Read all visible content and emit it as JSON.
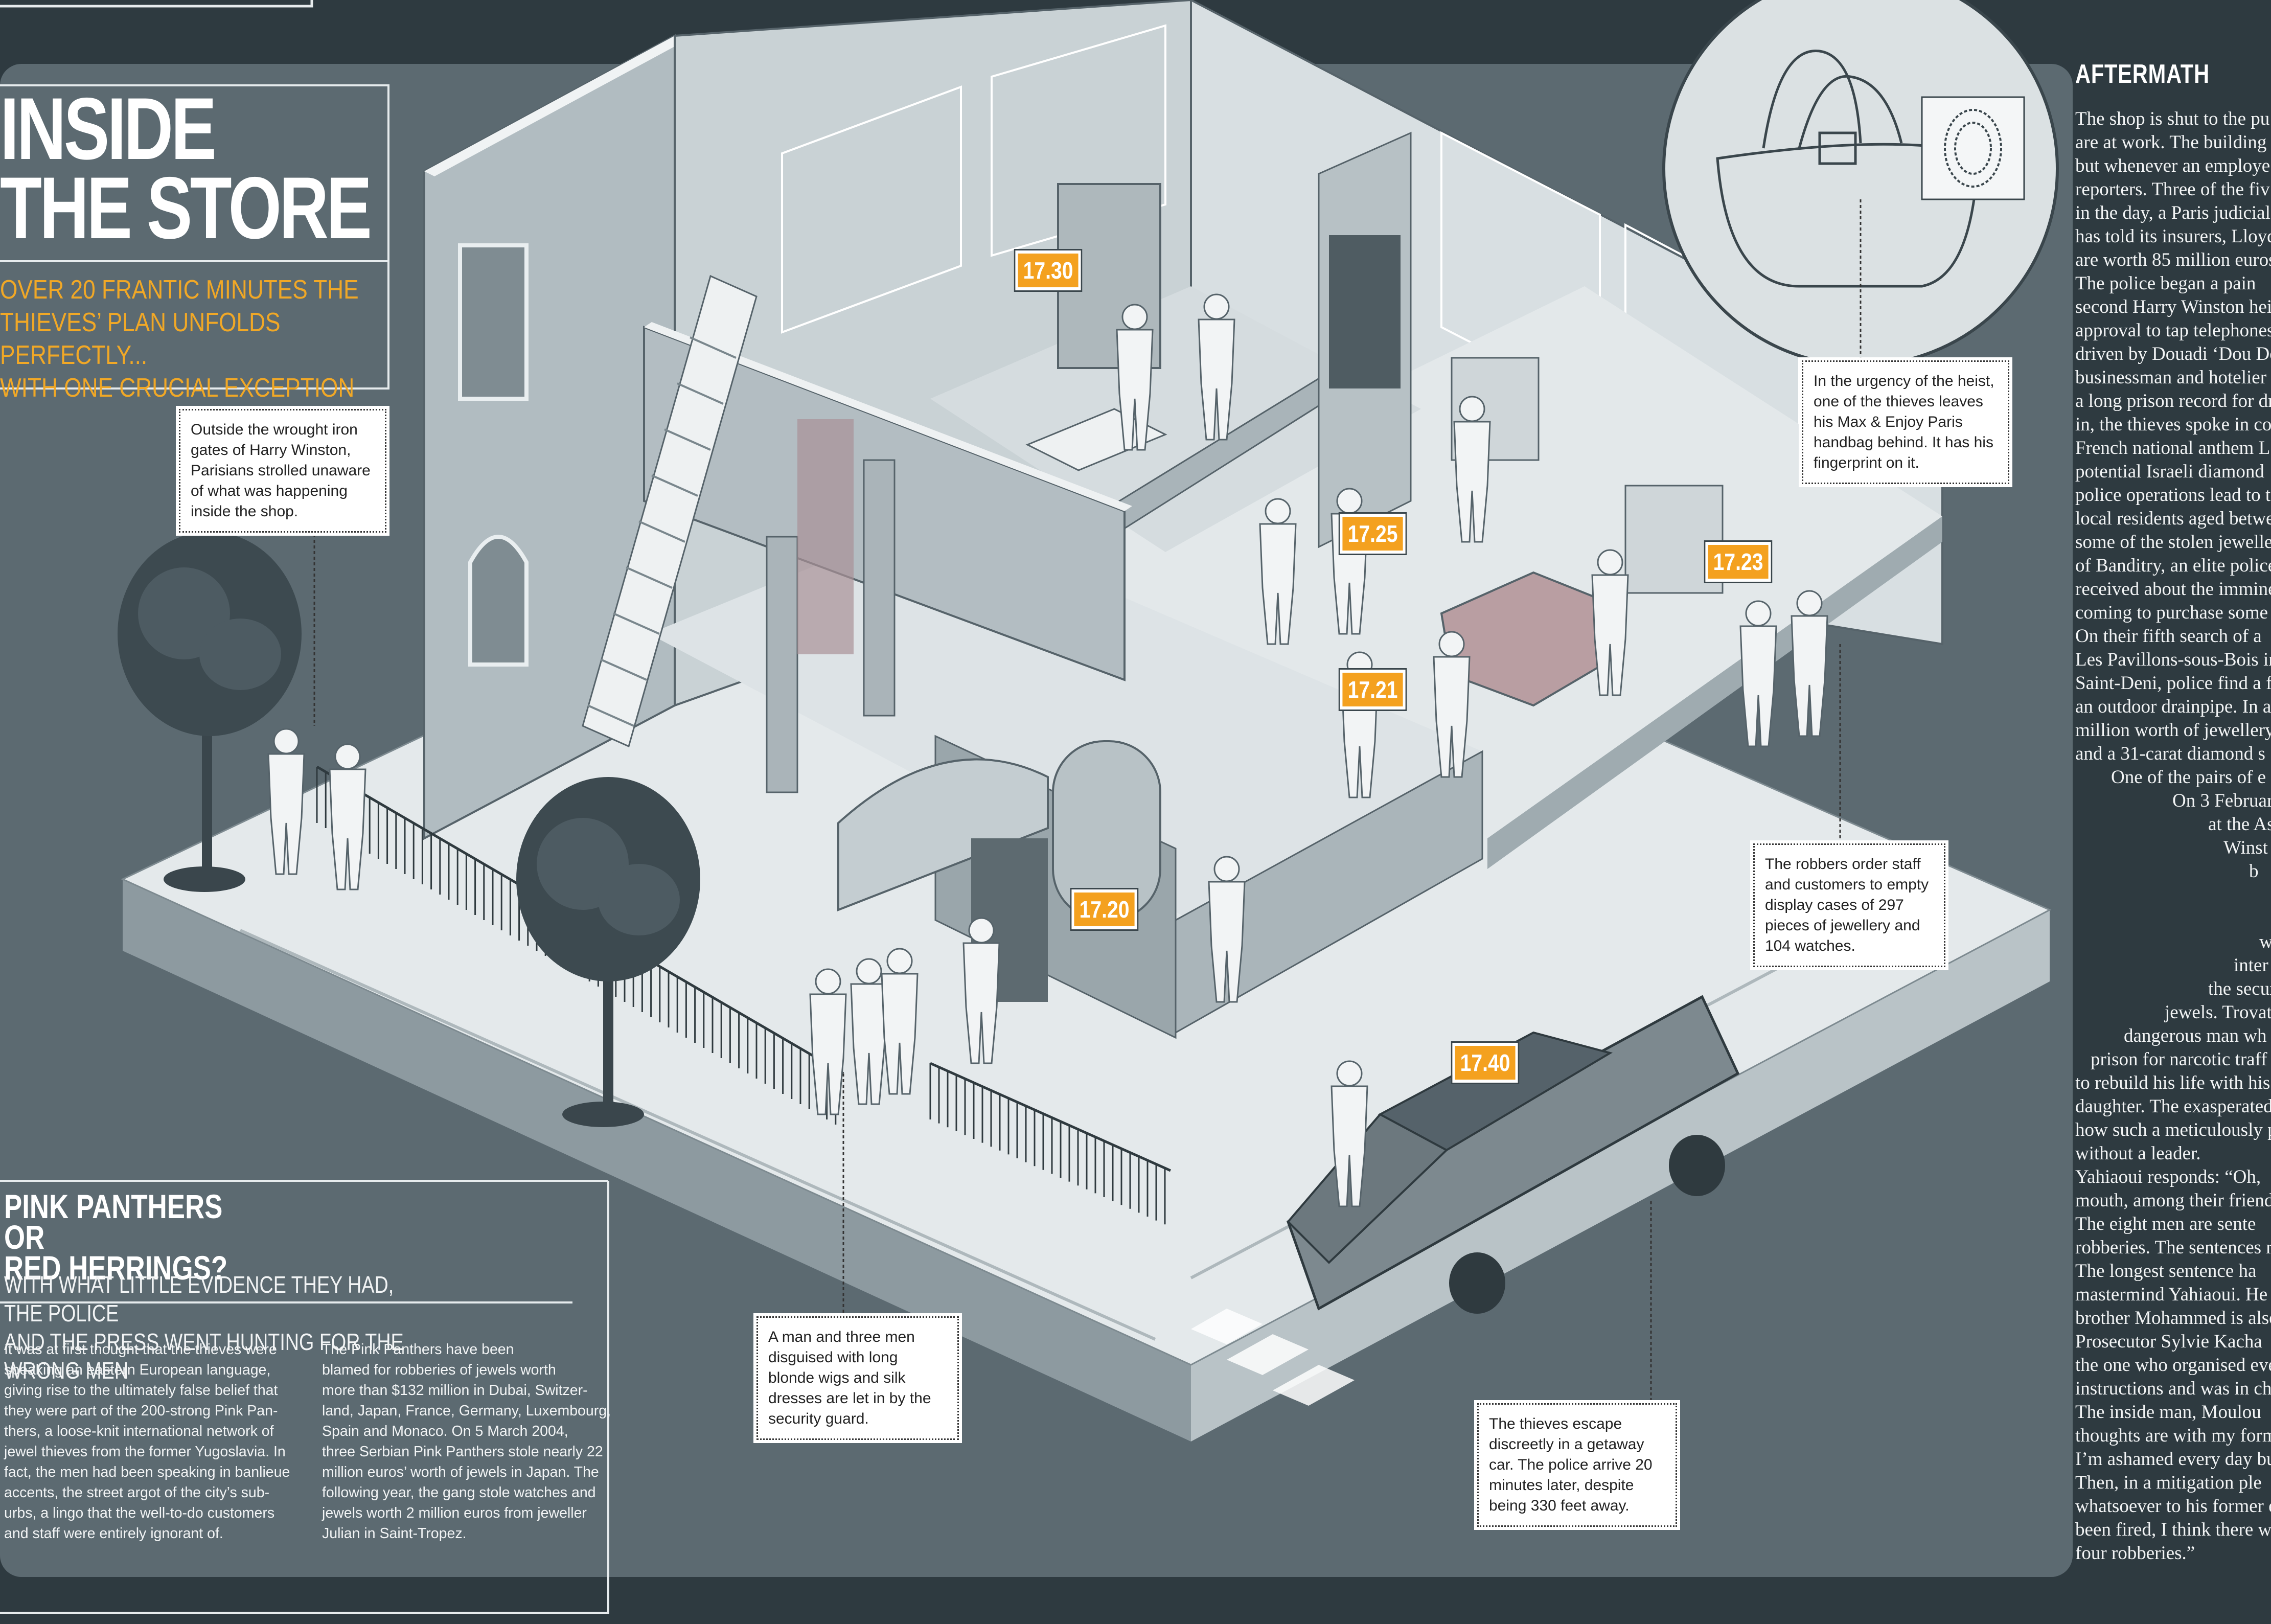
{
  "title": "INSIDE\nTHE STORE",
  "subtitle": "OVER 20 FRANTIC MINUTES THE\nTHIEVES’ PLAN UNFOLDS PERFECTLY...\nWITH ONE CRUCIAL EXCEPTION",
  "callouts": {
    "gates": "Outside the wrought iron gates of Harry Winston, Parisians strolled unaware of what was happening inside the shop.",
    "handbag": "In the urgency of the heist, one of the thieves leaves his Max & Enjoy Paris handbag behind. It has his fingerprint on it.",
    "display": "The robbers order staff and customers to empty display cases of 297 pieces of jewellery and 104 watches.",
    "disguise": "A man and three men disguised with long blonde wigs and silk dresses are let in by the security guard.",
    "escape": "The thieves escape discreetly in a getaway car. The police arrive 20 minutes later, despite being 330 feet away."
  },
  "times": [
    "17.30",
    "17.25",
    "17.23",
    "17.21",
    "17.20",
    "17.40"
  ],
  "aftermath": {
    "heading": "AFTERMATH",
    "lines": [
      "The shop is shut to the pu",
      "are at work. The building",
      "but whenever an employe",
      "reporters. Three of the fiv",
      "in the day, a Paris judicial",
      "has told its insurers, Lloyd",
      "are worth 85 million euros",
      "   The police began a pain",
      "second Harry Winston hei",
      "approval to tap telephones",
      "driven by Douadi ‘Dou Do",
      "businessman and hotelier",
      "a long prison record for dr",
      "in, the thieves spoke in co",
      "French national anthem L",
      "potential Israeli diamond",
      "police operations lead to t",
      "local residents aged betwe",
      "some of the stolen jewelle",
      "of Banditry, an elite police",
      "received about the immine",
      "coming to purchase some",
      "   On their fifth search of a",
      "Les Pavillons-sous-Bois in",
      "Saint-Deni, police find a f",
      "an outdoor drainpipe. In a",
      "million worth of jewellery",
      "and a 31-carat diamond s",
      "One of the pairs of e",
      "On 3 Februar",
      "at the Assiz",
      "Winst",
      "b",
      "",
      "",
      "w",
      "inter",
      "the secur",
      "jewels. Trovat",
      "dangerous man wh",
      "prison for narcotic traff",
      "to rebuild his life with his",
      "daughter. The exasperated",
      "how such a meticulously p",
      "without a leader.",
      "   Yahiaoui responds: “Oh,",
      "mouth, among their friend",
      "   The eight men are sente",
      "robberies. The sentences r",
      "   The longest sentence ha",
      "mastermind Yahiaoui. He",
      "brother Mohammed is also",
      "   Prosecutor Sylvie Kacha",
      "the one who organised eve",
      "instructions and was in ch",
      "   The inside man, Moulou",
      "thoughts are with my form",
      "I’m ashamed every day bu",
      "   Then, in a mitigation ple",
      "whatsoever to his former e",
      "been fired, I think there w",
      "four robberies.”"
    ]
  },
  "pink_panthers": {
    "heading": "PINK PANTHERS OR\nRED HERRINGS?",
    "subheading": "WITH WHAT LITTLE EVIDENCE THEY HAD, THE POLICE\nAND THE PRESS WENT HUNTING FOR THE WRONG MEN",
    "col1": "It was at first thought that the thieves were\nspeaking an eastern European language,\ngiving rise to the ultimately false belief that\nthey were part of the 200-strong Pink Pan-\nthers, a loose-knit international network of\njewel thieves from the former Yugoslavia. In\nfact, the men had been speaking in banlieue\naccents, the street argot of the city’s sub-\nurbs, a lingo that the well-to-do customers\nand staff were entirely ignorant of.",
    "col2": "   The Pink Panthers have been\nblamed for robberies of jewels worth\nmore than $132 million in Dubai, Switzer-\nland, Japan, France, Germany, Luxembourg,\nSpain and Monaco. On 5 March 2004,\nthree Serbian Pink Panthers stole nearly 22\nmillion euros’ worth of jewels in Japan. The\nfollowing year, the gang stole watches and\njewels worth 2 million euros from jeweller\nJulian in Saint-Tropez."
  },
  "colors": {
    "background": "#2e3a40",
    "panel": "#5c6a71",
    "accent": "#f4a11f",
    "floor": "#e4e9eb"
  }
}
